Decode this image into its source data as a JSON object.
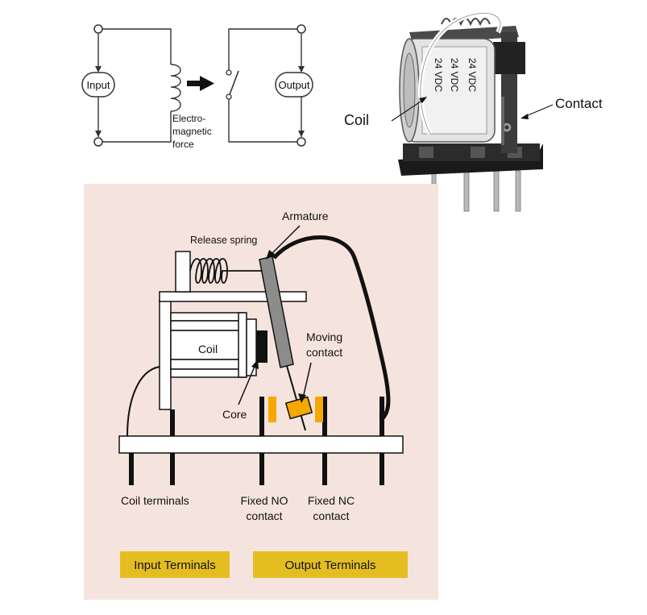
{
  "schematic": {
    "input_label": "Input",
    "output_label": "Output",
    "force_label_lines": [
      "Electro-",
      "magnetic",
      "force"
    ]
  },
  "photo": {
    "coil_label": "Coil",
    "contact_label": "Contact",
    "coil_marking": "24 VDC"
  },
  "cutaway": {
    "armature_label": "Armature",
    "release_spring_label": "Release spring",
    "coil_label": "Coil",
    "core_label": "Core",
    "moving_contact_lines": [
      "Moving",
      "contact"
    ],
    "coil_terminals_label": "Coil terminals",
    "fixed_no_lines": [
      "Fixed NO",
      "contact"
    ],
    "fixed_nc_lines": [
      "Fixed NC",
      "contact"
    ]
  },
  "legend": {
    "input_terminals": "Input Terminals",
    "output_terminals": "Output Terminals"
  },
  "colors": {
    "panel_bg": "#f5e4de",
    "contact_orange": "#f5a800",
    "legend_yellow": "#e4be21",
    "armature_gray": "#8c8c8c"
  }
}
